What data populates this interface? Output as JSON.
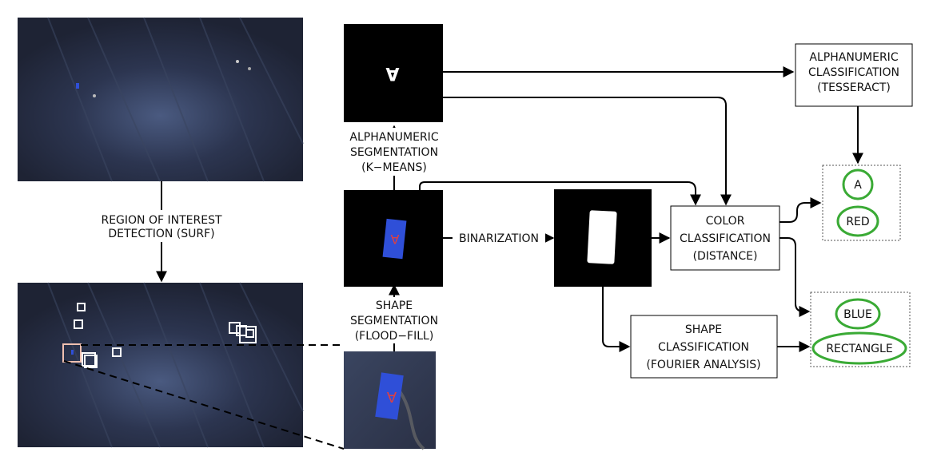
{
  "labels": {
    "roi_detection": [
      "REGION OF INTEREST",
      "DETECTION (SURF)"
    ],
    "alnum_segmentation": [
      "ALPHANUMERIC",
      "SEGMENTATION",
      "(K−MEANS)"
    ],
    "shape_segmentation": [
      "SHAPE",
      "SEGMENTATION",
      "(FLOOD−FILL)"
    ],
    "binarization": "BINARIZATION",
    "alnum_classification": [
      "ALPHANUMERIC",
      "CLASSIFICATION",
      "(TESSERACT)"
    ],
    "color_classification": [
      "COLOR",
      "CLASSIFICATION",
      "(DISTANCE)"
    ],
    "shape_classification": [
      "SHAPE",
      "CLASSIFICATION",
      "(FOURIER ANALYSIS)"
    ]
  },
  "results": {
    "letter": "A",
    "letter_color": "RED",
    "shape_color": "BLUE",
    "shape": "RECTANGLE"
  },
  "colors": {
    "result_outline": "#3aaa35",
    "target_blue": "#2f4fd8",
    "letter_red": "#e04040",
    "aerial_dark": "#22283a"
  }
}
